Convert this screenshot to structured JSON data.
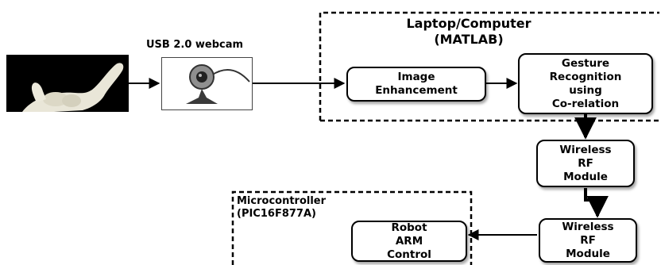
{
  "groups": {
    "computer": {
      "title": "Laptop/Computer\n(MATLAB)"
    },
    "microcontroller": {
      "title": "Microcontroller\n(PIC16F877A)"
    }
  },
  "labels": {
    "webcam": "USB 2.0 webcam"
  },
  "nodes": {
    "image_enhancement": "Image\nEnhancement",
    "gesture_recognition": "Gesture\nRecognition\nusing\nCo-relation",
    "wireless_rf_1": "Wireless\nRF\nModule",
    "wireless_rf_2": "Wireless\nRF\nModule",
    "robot_arm_control": "Robot\nARM\nControl"
  },
  "images": {
    "hand": "hand-gesture-photo",
    "webcam": "webcam-icon"
  },
  "colors": {
    "line": "#000000",
    "background": "#ffffff"
  }
}
